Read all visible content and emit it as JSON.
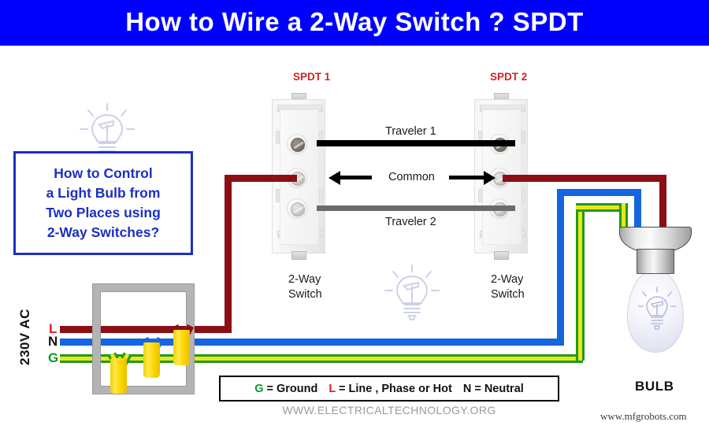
{
  "title": {
    "text": "How to Wire a 2-Way Switch ? SPDT",
    "bar_color": "#0000FF",
    "text_color": "#FFFFFF"
  },
  "info_box": {
    "lines": [
      "How to Control",
      "a Light Bulb from",
      "Two Places using",
      "2-Way Switches?"
    ],
    "border_color": "#1B2FC4",
    "text_color": "#1B2FC4"
  },
  "switches": [
    {
      "title": "SPDT 1",
      "caption_line1": "2-Way",
      "caption_line2": "Switch",
      "title_color": "#D42323"
    },
    {
      "title": "SPDT 2",
      "caption_line1": "2-Way",
      "caption_line2": "Switch",
      "title_color": "#D42323"
    }
  ],
  "wire_labels": {
    "traveler1": "Traveler 1",
    "common": "Common",
    "traveler2": "Traveler 2"
  },
  "source": {
    "voltage_label": "230V AC",
    "line_letter": "L",
    "neutral_letter": "N",
    "ground_letter": "G"
  },
  "bulb": {
    "caption": "BULB"
  },
  "legend": {
    "items": [
      {
        "key": "G",
        "equals": "= Ground",
        "color": "#0A9A23"
      },
      {
        "key": "L",
        "equals": "= Line , Phase or Hot",
        "color": "#E01B1B"
      },
      {
        "key": "N",
        "equals": "= Neutral",
        "color": "#111111"
      }
    ]
  },
  "watermarks": {
    "site": "WWW.ELECTRICALTECHNOLOGY.ORG",
    "corner": "www.mfgrobots.com"
  },
  "wire_colors": {
    "line_hot": "#8B0F14",
    "neutral": "#1565E0",
    "ground_green": "#1F9A1F",
    "ground_yellow": "#E8E81B",
    "traveler1_black": "#000000",
    "traveler2_gray": "#6B6B6B",
    "wire_nut_yellow": "#FDD700",
    "junction_box_gray": "#B4B4B4"
  }
}
